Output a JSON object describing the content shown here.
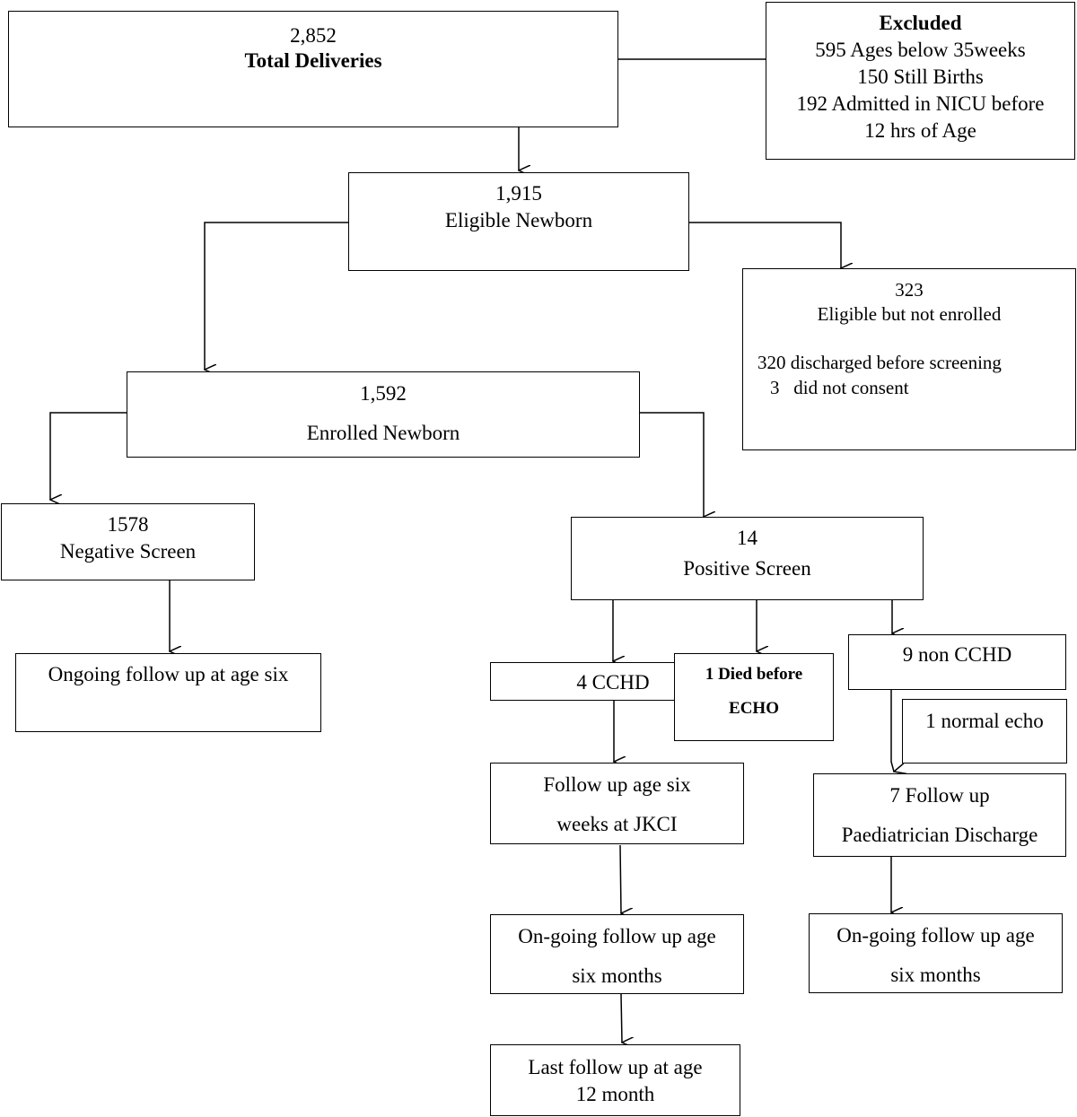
{
  "total": {
    "count": "2,852",
    "label": "Total Deliveries"
  },
  "excluded": {
    "title": "Excluded",
    "lines": [
      "595 Ages below 35weeks",
      "150 Still Births",
      "192 Admitted in NICU before",
      "12 hrs of Age"
    ]
  },
  "eligible": {
    "count": "1,915",
    "label": "Eligible Newborn"
  },
  "not_enrolled": {
    "count": "323",
    "label": "Eligible but not enrolled",
    "reasons": [
      "320 discharged before screening",
      "3   did not consent"
    ]
  },
  "enrolled": {
    "count": "1,592",
    "label": "Enrolled Newborn"
  },
  "negative": {
    "count": "1578",
    "label": "Negative Screen"
  },
  "negative_followup": {
    "label": "Ongoing follow up at age six"
  },
  "positive": {
    "count": "14",
    "label": "Positive Screen"
  },
  "cchd": {
    "label": "4 CCHD"
  },
  "died": {
    "line1": "1 Died before",
    "line2": "ECHO"
  },
  "non_cchd": {
    "label": "9 non CCHD"
  },
  "normal_echo": {
    "label": "1 normal echo"
  },
  "cchd_followup1": {
    "line1": "Follow up age six",
    "line2": "weeks at JKCI"
  },
  "cchd_followup2": {
    "line1": "On-going follow up age",
    "line2": "six months"
  },
  "cchd_followup3": {
    "line1": "Last follow up at age",
    "line2": "12 month"
  },
  "noncchd_followup1": {
    "line1": "7 Follow up",
    "line2": "Paediatrician Discharge"
  },
  "noncchd_followup2": {
    "line1": "On-going follow up age",
    "line2": "six months"
  }
}
